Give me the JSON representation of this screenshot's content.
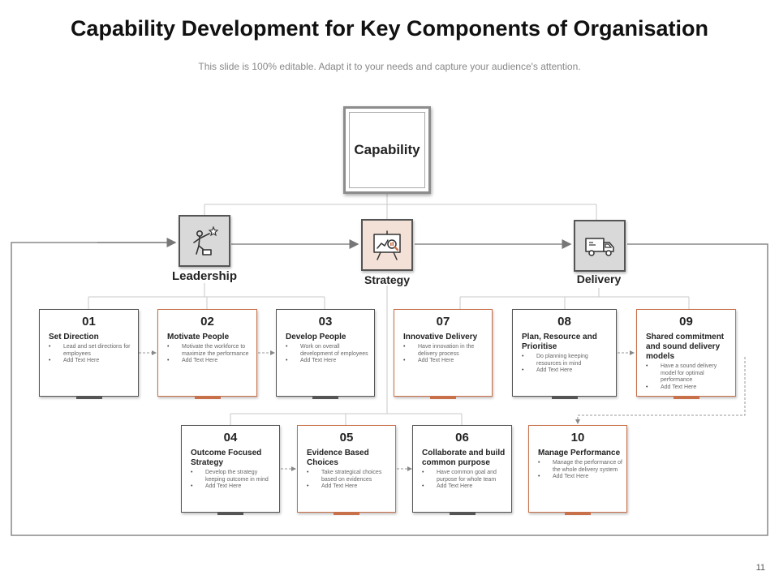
{
  "title": "Capability Development for Key Components of Organisation",
  "subtitle": "This slide is 100% editable. Adapt it to your needs and capture your audience's attention.",
  "root": "Capability",
  "pillars": {
    "leadership": "Leadership",
    "strategy": "Strategy",
    "delivery": "Delivery"
  },
  "cards": [
    {
      "num": "01",
      "title": "Set Direction",
      "bullets": [
        "Lead and set directions for employees",
        "Add Text Here"
      ],
      "accent": "gray"
    },
    {
      "num": "02",
      "title": "Motivate People",
      "bullets": [
        "Motivate the workforce to maximize the performance",
        "Add Text Here"
      ],
      "accent": "orange"
    },
    {
      "num": "03",
      "title": "Develop People",
      "bullets": [
        "Work on overall development of employees",
        "Add Text Here"
      ],
      "accent": "gray"
    },
    {
      "num": "07",
      "title": "Innovative Delivery",
      "bullets": [
        "Have innovation in the delivery process",
        "Add Text Here"
      ],
      "accent": "orange"
    },
    {
      "num": "08",
      "title": "Plan, Resource and Prioritise",
      "bullets": [
        "Do planning keeping resources in mind",
        "Add Text Here"
      ],
      "accent": "gray"
    },
    {
      "num": "09",
      "title": "Shared commitment and sound delivery models",
      "bullets": [
        "Have a sound delivery model for optimal performance",
        "Add Text Here"
      ],
      "accent": "orange"
    },
    {
      "num": "04",
      "title": "Outcome Focused Strategy",
      "bullets": [
        "Develop the strategy keeping outcome in mind",
        "Add Text Here"
      ],
      "accent": "gray"
    },
    {
      "num": "05",
      "title": "Evidence Based Choices",
      "bullets": [
        "Take strategical choices based on evidences",
        "Add Text Here"
      ],
      "accent": "orange"
    },
    {
      "num": "06",
      "title": "Collaborate and build common purpose",
      "bullets": [
        "Have common goal and purpose for whole team",
        "Add Text Here"
      ],
      "accent": "gray"
    },
    {
      "num": "10",
      "title": "Manage Performance",
      "bullets": [
        "Manage the performance of the whole delivery system",
        "Add Text Here"
      ],
      "accent": "orange"
    }
  ],
  "page_number": "11",
  "icons": {
    "leadership": "leader-pointing-star-icon",
    "strategy": "presentation-board-magnifier-icon",
    "delivery": "delivery-truck-icon"
  },
  "colors": {
    "accent_orange": "#c8704a",
    "dark_gray": "#555555",
    "strategy_fill": "#f3e0d6"
  }
}
